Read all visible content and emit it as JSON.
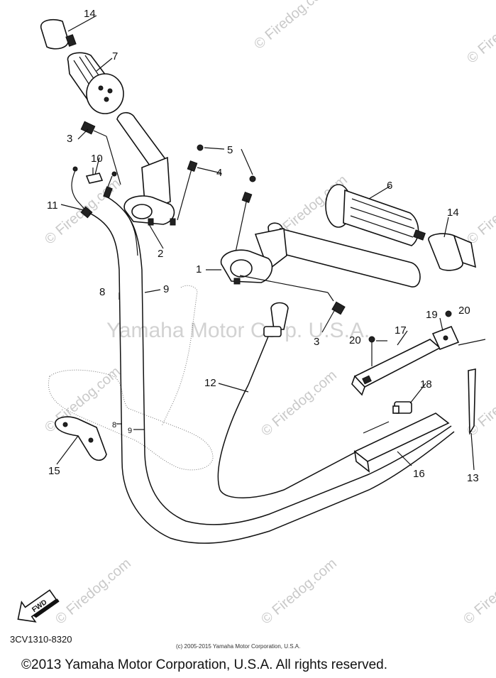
{
  "watermark": {
    "text": "© Firedog.com",
    "brand_text": "Yamaha Motor Corp. U.S.A.",
    "color": "#c9c9c9"
  },
  "callouts": {
    "c1": "1",
    "c2": "2",
    "c3a": "3",
    "c3b": "3",
    "c4": "4",
    "c5": "5",
    "c6": "6",
    "c7": "7",
    "c8": "8",
    "c9": "9",
    "c10": "10",
    "c11": "11",
    "c12": "12",
    "c13": "13",
    "c14a": "14",
    "c14b": "14",
    "c15": "15",
    "c16": "16",
    "c17": "17",
    "c18": "18",
    "c19": "19",
    "c20a": "20",
    "c20b": "20"
  },
  "fwd_label": "FWD",
  "part_code": "3CV1310-8320",
  "small_copyright": "(c) 2005-2015 Yamaha Motor Corporation, U.S.A.",
  "footer_copyright": "©2013 Yamaha Motor Corporation, U.S.A. All rights reserved."
}
